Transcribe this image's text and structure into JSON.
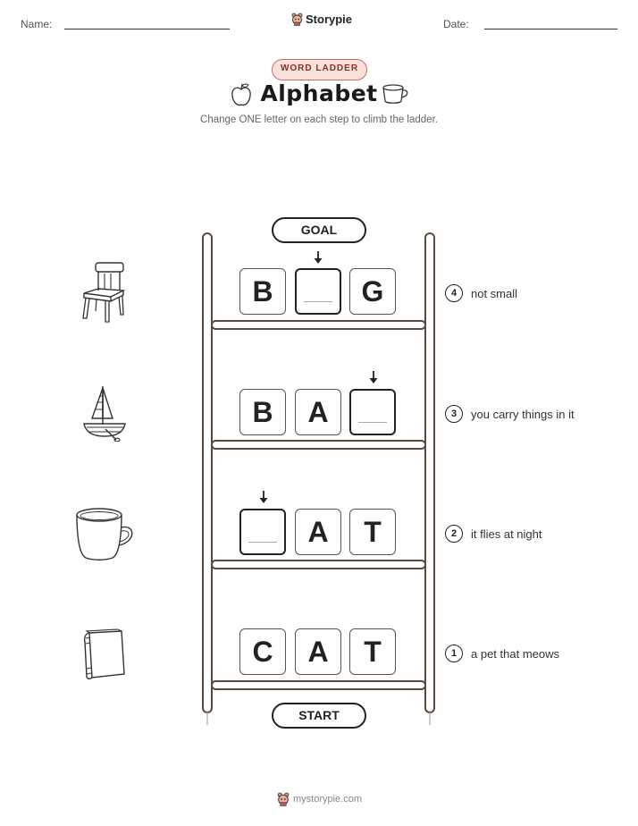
{
  "header": {
    "name_label": "Name:",
    "date_label": "Date:",
    "brand": "Storypie"
  },
  "badge": "WORD LADDER",
  "title": "Alphabet",
  "subtitle": "Change ONE letter on each step to climb the ladder.",
  "ladder": {
    "goal_label": "GOAL",
    "start_label": "START",
    "rows": [
      {
        "number": "4",
        "clue": "not small",
        "picture": "chair-icon",
        "letters": [
          "B",
          "",
          "G"
        ],
        "blank_index": 1
      },
      {
        "number": "3",
        "clue": "you carry things in it",
        "picture": "boat-icon",
        "letters": [
          "B",
          "A",
          ""
        ],
        "blank_index": 2
      },
      {
        "number": "2",
        "clue": "it flies at night",
        "picture": "cup-icon",
        "letters": [
          "",
          "A",
          "T"
        ],
        "blank_index": 0
      },
      {
        "number": "1",
        "clue": "a pet that meows",
        "picture": "book-icon",
        "letters": [
          "C",
          "A",
          "T"
        ],
        "blank_index": -1
      }
    ]
  },
  "footer": "mystorypie.com",
  "colors": {
    "badge_bg": "#fbe1db",
    "badge_text": "#8b2f26",
    "ladder_wood": "#5a4a3c"
  }
}
